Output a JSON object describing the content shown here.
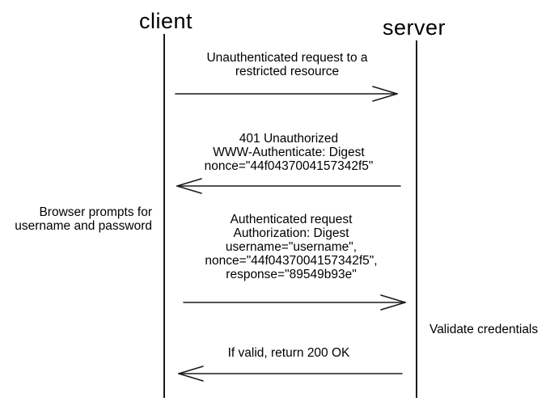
{
  "actors": [
    {
      "label": "client"
    },
    {
      "label": "server"
    }
  ],
  "messages": [
    {
      "label": "Unauthenticated request to a\nrestricted resource",
      "direction": "right",
      "from": "client",
      "to": "server"
    },
    {
      "label": "401 Unauthorized\nWWW-Authenticate: Digest\nnonce=\"44f0437004157342f5\"",
      "direction": "left",
      "from": "server",
      "to": "client"
    },
    {
      "label": "Authenticated request\nAuthorization: Digest\nusername=\"username\",\nnonce=\"44f0437004157342f5\",\nresponse=\"89549b93e\"",
      "direction": "right",
      "from": "client",
      "to": "server"
    },
    {
      "label": "If valid, return 200 OK",
      "direction": "left",
      "from": "server",
      "to": "client"
    }
  ],
  "annotations": [
    {
      "label": "Browser prompts for\nusername and password",
      "side": "left"
    },
    {
      "label": "Validate credentials",
      "side": "right"
    }
  ],
  "colors": {
    "background": "#ffffff",
    "line": "#1a1a1a",
    "text": "#000000"
  }
}
